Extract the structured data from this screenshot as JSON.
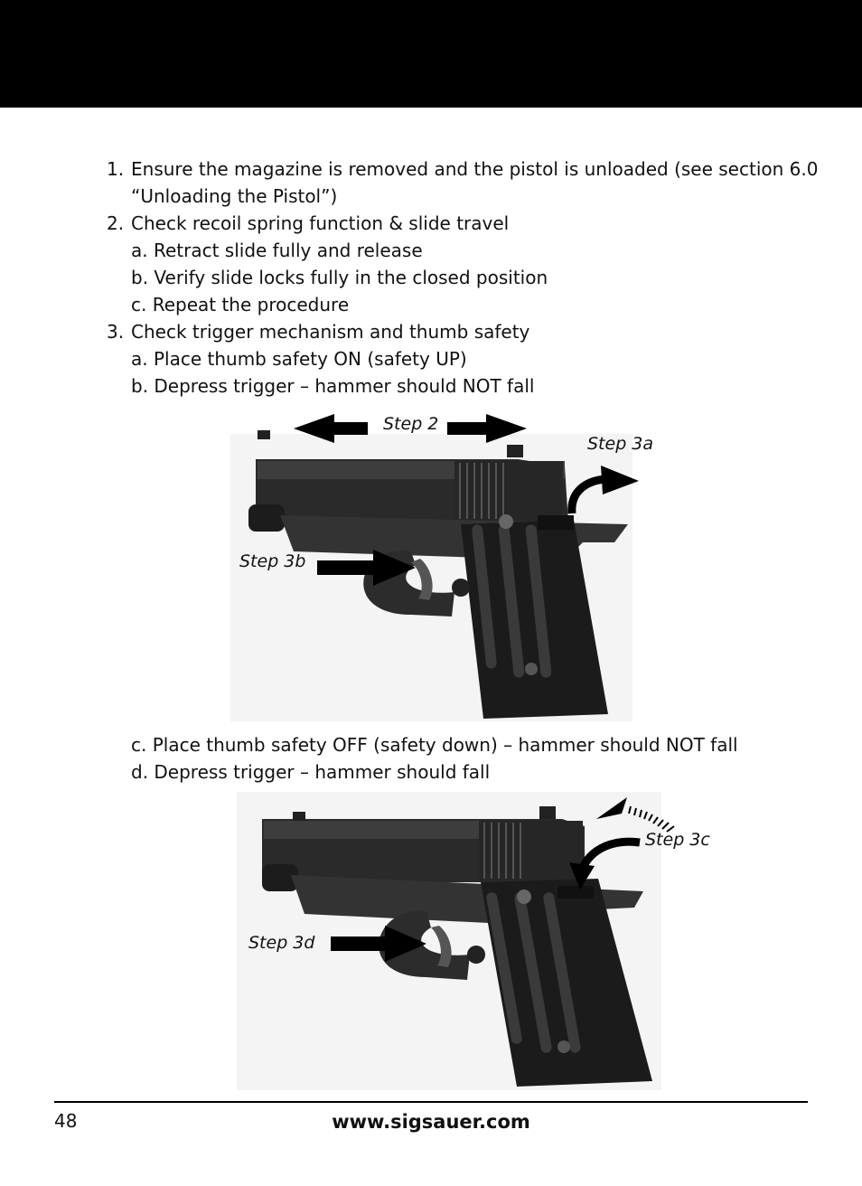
{
  "header": {
    "color": "#000000"
  },
  "steps_top": [
    {
      "num": "1.",
      "text": "Ensure the magazine is removed and the pistol is unloaded (see section 6.0"
    },
    {
      "num": "",
      "text": "“Unloading the Pistol”)"
    },
    {
      "num": "2.",
      "text": "Check recoil spring function & slide travel"
    },
    {
      "num": "",
      "text": "a. Retract slide fully and release"
    },
    {
      "num": "",
      "text": "b. Verify slide locks fully in the closed position"
    },
    {
      "num": "",
      "text": "c. Repeat the procedure"
    },
    {
      "num": "3.",
      "text": "Check trigger mechanism and thumb safety"
    },
    {
      "num": "",
      "text": "a. Place thumb safety ON (safety UP)"
    },
    {
      "num": "",
      "text": "b. Depress trigger – hammer should NOT fall"
    }
  ],
  "steps_bottom": [
    {
      "text": "c. Place thumb safety OFF (safety down) – hammer should NOT fall"
    },
    {
      "text": "d. Depress trigger – hammer should fall"
    }
  ],
  "figure1": {
    "label_step2": "Step 2",
    "label_step3a": "Step 3a",
    "label_step3b": "Step 3b"
  },
  "figure2": {
    "label_step3c": "Step 3c",
    "label_step3d": "Step 3d"
  },
  "footer": {
    "page_number": "48",
    "website": "www.sigsauer.com"
  }
}
